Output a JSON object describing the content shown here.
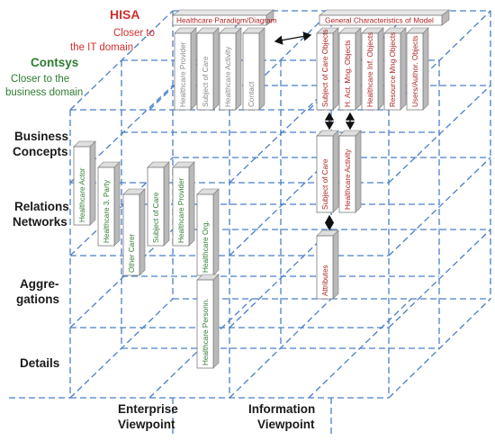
{
  "hisa": {
    "title": "HISA",
    "subtitle_line1": "Closer to",
    "subtitle_line2": "the IT domain"
  },
  "contsys": {
    "title": "Contsys",
    "subtitle_line1": "Closer to the",
    "subtitle_line2": "business domain"
  },
  "rows": {
    "business_concepts_1": "Business",
    "business_concepts_2": "Concepts",
    "relations_networks_1": "Relations",
    "relations_networks_2": "Networks",
    "aggregations_1": "Aggre-",
    "aggregations_2": "gations",
    "details": "Details"
  },
  "viewpoints": {
    "enterprise_1": "Enterprise",
    "enterprise_2": "Viewpoint",
    "information_1": "Information",
    "information_2": "Viewpoint"
  },
  "headers": {
    "paradigm": "Healthcare Paradigm/Diagram",
    "general": "General Characteristics of Model"
  },
  "paradigm_bars": [
    "Healthcare Provider",
    "Subject of Care",
    "Healthcare Activity",
    "Contact"
  ],
  "general_bars": [
    "Subject of Care Objects",
    "H. Act. Mng. Objects",
    "Healthcare Inf. Objects",
    "Resource Mng Objects",
    "Users/Author. Objects"
  ],
  "enterprise_bars": [
    "Healthcare Actor",
    "Healthcare 3. Party",
    "Other Carer",
    "Subject of Care",
    "Healthcare Provider",
    "Healthcare Org.",
    "Healthcare Personn."
  ],
  "information_bars": [
    "Subject of Care",
    "Healthcare Activity",
    "Attributes"
  ],
  "colors": {
    "grid": "#4a7fc8",
    "hisa": "#d32f2f",
    "contsys": "#2e7d32",
    "header_text": "#b22222"
  }
}
